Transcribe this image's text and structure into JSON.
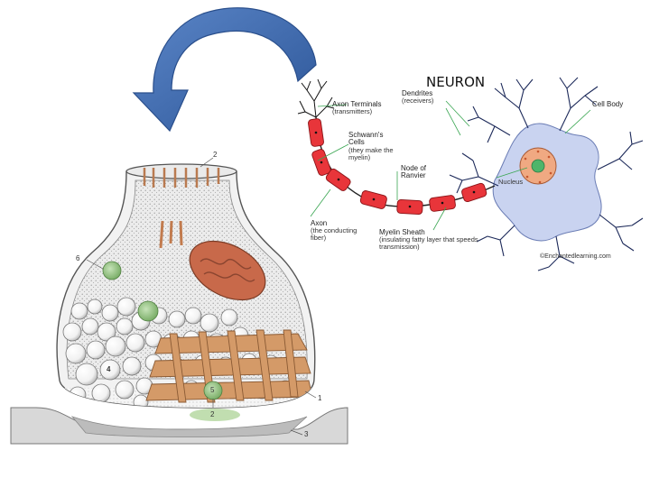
{
  "neuron": {
    "title": "NEURON",
    "labels": {
      "dendrites": "Dendrites",
      "dendrites_sub": "(receivers)",
      "axon_terminals": "Axon Terminals",
      "axon_terminals_sub": "(transmitters)",
      "cell_body": "Cell Body",
      "schwanns_cells": "Schwann's Cells",
      "schwanns_cells_sub": "(they make the myelin)",
      "node_of_ranvier": "Node of Ranvier",
      "nucleus": "Nucleus",
      "axon": "Axon",
      "axon_sub": "(the conducting fiber)",
      "myelin_sheath": "Myelin Sheath",
      "myelin_sheath_sub": "(insulating fatty layer that speeds transmission)",
      "credit": "©Enchantedlearning.com"
    }
  },
  "synapse": {
    "numbers": [
      "2",
      "6",
      "4",
      "5",
      "2",
      "1",
      "3"
    ]
  },
  "colors": {
    "arrow": "#3a64a8",
    "myelin": "#e8353a",
    "cell_body": "#c9d3f0",
    "nucleus": "#f0a982",
    "mitochondrion": "#c8694a",
    "grid": "#d49a68",
    "vesicle_green": "#8fbf7e"
  }
}
